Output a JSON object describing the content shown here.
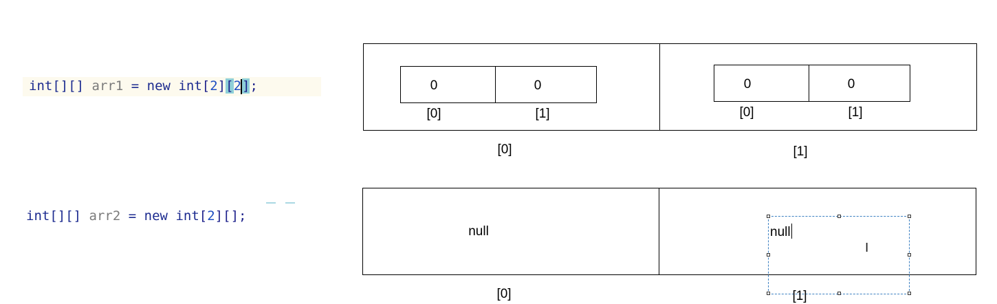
{
  "code": {
    "line1": {
      "type": "int[][]",
      "var": "arr1",
      "eq": "=",
      "new": "new",
      "type2": "int",
      "open1": "[",
      "size1": "2",
      "close1": "]",
      "open2": "[",
      "size2": "2",
      "close2": "]",
      "semi": ";"
    },
    "line2": {
      "type": "int[][]",
      "var": "arr2",
      "eq": "=",
      "new": "new",
      "type2": "int",
      "open1": "[",
      "size1": "2",
      "close1": "]",
      "rest": "[];"
    }
  },
  "diagram1": {
    "outer_labels": [
      "[0]",
      "[1]"
    ],
    "inner_left": {
      "values": [
        "0",
        "0"
      ],
      "labels": [
        "[0]",
        "[1]"
      ]
    },
    "inner_right": {
      "values": [
        "0",
        "0"
      ],
      "labels": [
        "[0]",
        "[1]"
      ]
    }
  },
  "diagram2": {
    "left_value": "null",
    "right_value": "null",
    "outer_labels": [
      "[0]",
      "[1]"
    ]
  },
  "cursor": {
    "icon": "i-beam-cursor-icon",
    "glyph": "I"
  }
}
